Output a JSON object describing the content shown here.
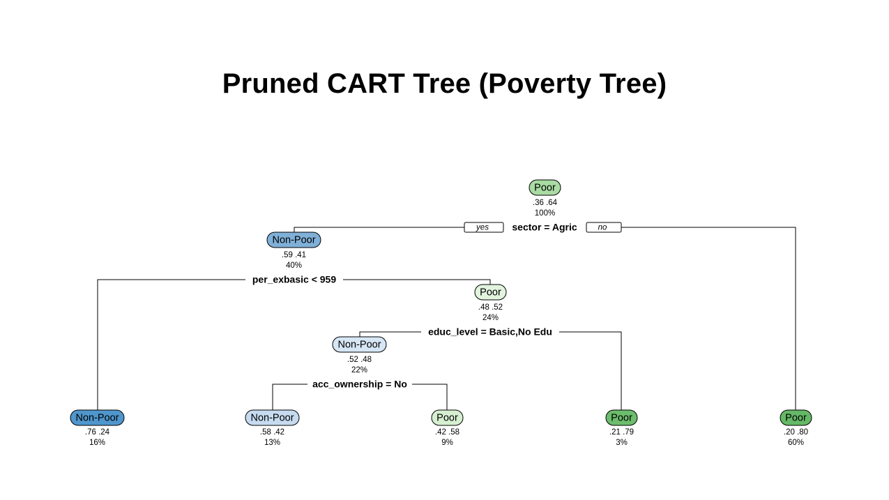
{
  "title": "Pruned CART Tree (Poverty Tree)",
  "branch_labels": {
    "yes": "yes",
    "no": "no"
  },
  "colors": {
    "poor_light": "#a9dba3",
    "poor_lighter": "#d7efd1",
    "poor_mid": "#7ec77a",
    "poor_dark": "#64b866",
    "nonpoor_light": "#c6dbef",
    "nonpoor_lighter": "#d6e6f4",
    "nonpoor_mid": "#7fb0d8",
    "nonpoor_dark": "#4f96cd"
  },
  "nodes": [
    {
      "id": "n1",
      "label": "Poor",
      "probs": ".36  .64",
      "pct": "100%",
      "color": "#a9dba3"
    },
    {
      "id": "n2",
      "label": "Non-Poor",
      "probs": ".59  .41",
      "pct": "40%",
      "color": "#7fb0d8"
    },
    {
      "id": "n3",
      "label": "Poor",
      "probs": ".48  .52",
      "pct": "24%",
      "color": "#e2f3de"
    },
    {
      "id": "n4",
      "label": "Non-Poor",
      "probs": ".52  .48",
      "pct": "22%",
      "color": "#d6e6f4"
    },
    {
      "id": "leaf1",
      "label": "Non-Poor",
      "probs": ".76  .24",
      "pct": "16%",
      "color": "#4f96cd"
    },
    {
      "id": "leaf2",
      "label": "Non-Poor",
      "probs": ".58  .42",
      "pct": "13%",
      "color": "#c6dbef"
    },
    {
      "id": "leaf3",
      "label": "Poor",
      "probs": ".42  .58",
      "pct": "9%",
      "color": "#d7efd1"
    },
    {
      "id": "leaf4",
      "label": "Poor",
      "probs": ".21  .79",
      "pct": "3%",
      "color": "#6cbd6c"
    },
    {
      "id": "leaf5",
      "label": "Poor",
      "probs": ".20  .80",
      "pct": "60%",
      "color": "#64b866"
    }
  ],
  "splits": [
    {
      "id": "s1",
      "label": "sector = Agric"
    },
    {
      "id": "s2",
      "label": "per_exbasic < 959"
    },
    {
      "id": "s3",
      "label": "educ_level = Basic,No Edu"
    },
    {
      "id": "s4",
      "label": "acc_ownership = No"
    }
  ]
}
